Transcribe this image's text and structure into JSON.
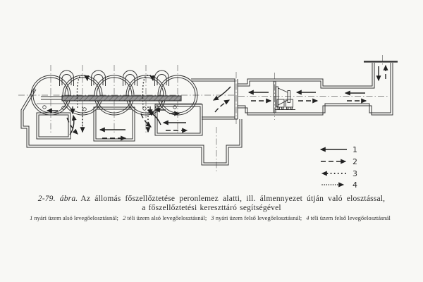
{
  "figure": {
    "number": "2-79. ábra.",
    "title_line1": "Az állomás főszellőztetése peronlemez alatti, ill. álmennyezet útján való elosztással,",
    "title_line2": "a főszellőztetési kereszttáró segítségével",
    "footnote_items": [
      {
        "num": "1",
        "text": "nyári üzem alsó levegőelosztásnál;"
      },
      {
        "num": "2",
        "text": "téli üzem alsó levegőelosztásnál;"
      },
      {
        "num": "3",
        "text": "nyári üzem felső levegőelosztásnál;"
      },
      {
        "num": "4",
        "text": "téli üzem felső levegőelosztásnál"
      }
    ]
  },
  "legend": {
    "items": [
      {
        "label": "1",
        "line_style": "solid",
        "arrow_direction": "left",
        "meaning": "nyári üzem alsó levegőelosztásnál"
      },
      {
        "label": "2",
        "line_style": "dashed",
        "arrow_direction": "right",
        "meaning": "téli üzem alsó levegőelosztásnál"
      },
      {
        "label": "3",
        "line_style": "dotted",
        "arrow_direction": "left",
        "meaning": "nyári üzem felső levegőelosztásnál"
      },
      {
        "label": "4",
        "line_style": "fine-dotted",
        "arrow_direction": "right",
        "meaning": "téli üzem felső levegőelosztásnál"
      }
    ]
  },
  "colors": {
    "paper": "#f8f8f5",
    "ink": "#333333",
    "slab_fill": "#909090"
  }
}
